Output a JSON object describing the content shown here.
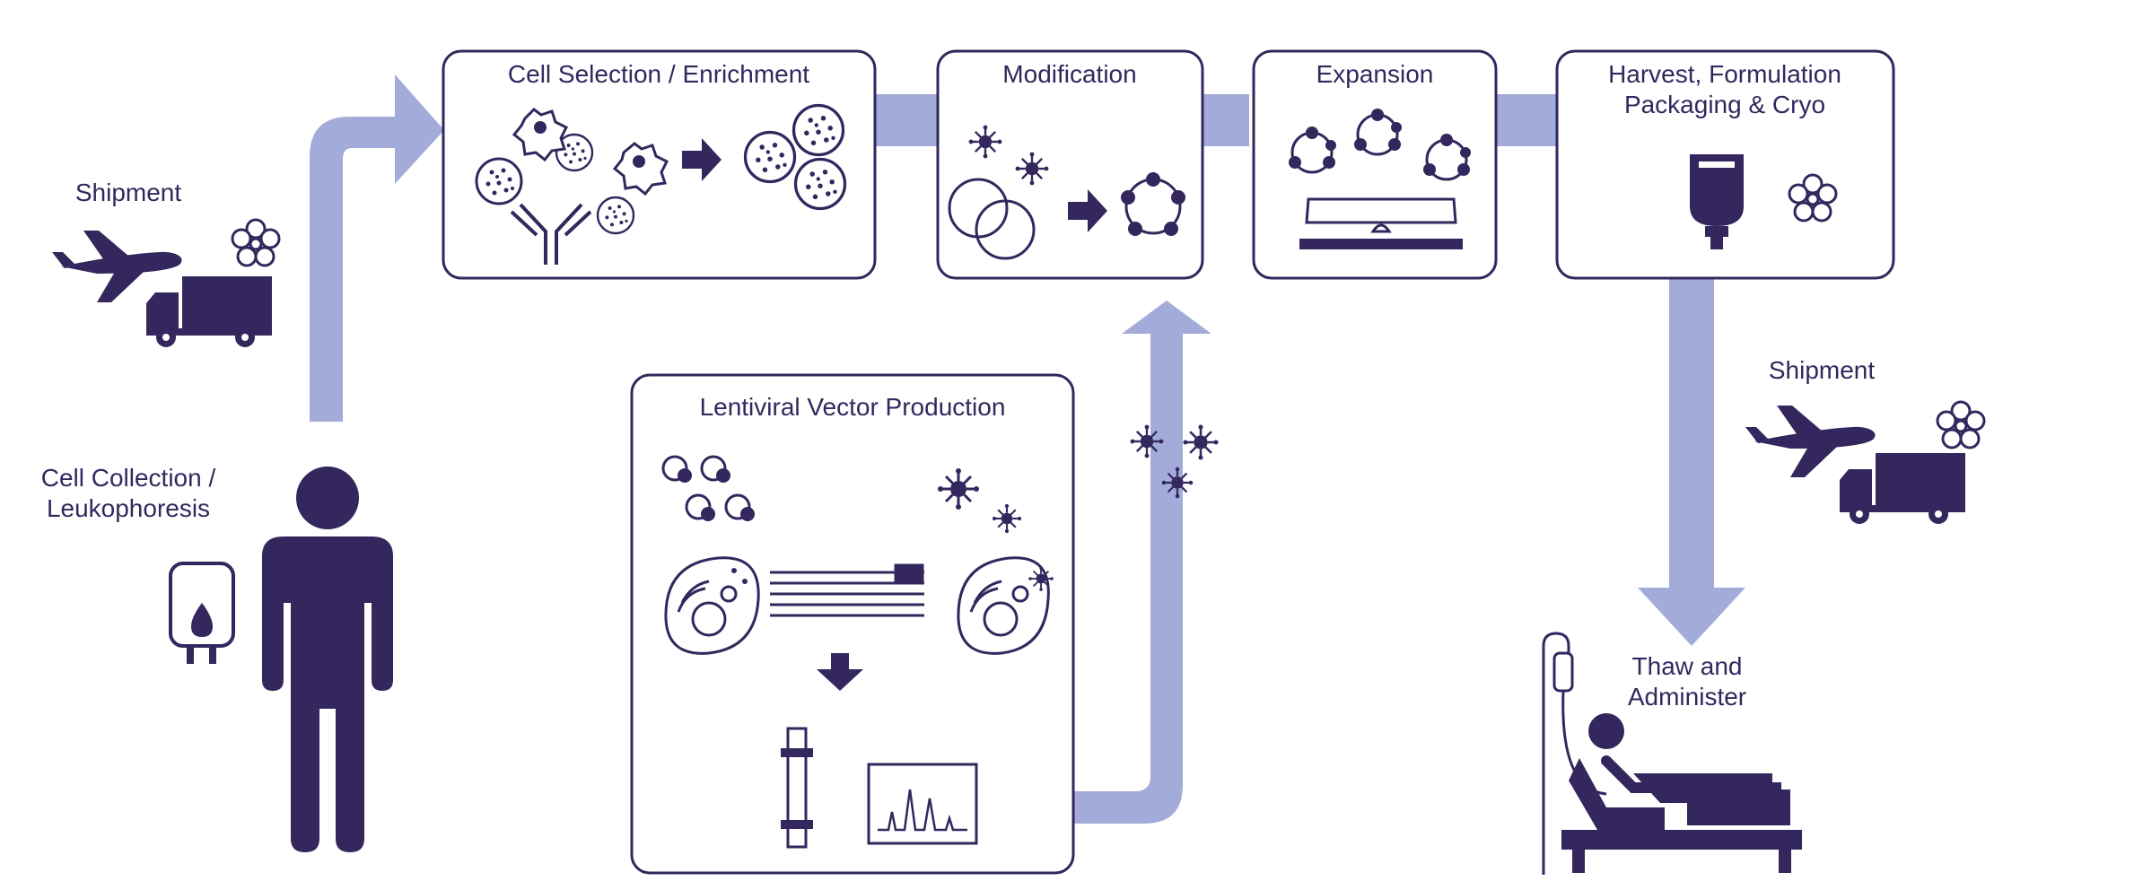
{
  "colors": {
    "ink": "#33275e",
    "flow": "#a3acd9",
    "box_stroke": "#33275e",
    "background": "#ffffff"
  },
  "steps": {
    "cell_collection": "Cell Collection /\nLeukophoresis",
    "shipment_in": "Shipment",
    "cell_selection": "Cell Selection / Enrichment",
    "modification": "Modification",
    "expansion": "Expansion",
    "harvest": "Harvest, Formulation\nPackaging & Cryo",
    "lentiviral": "Lentiviral Vector Production",
    "shipment_out": "Shipment",
    "thaw": "Thaw and\nAdminister"
  },
  "icons": [
    "plane-icon",
    "truck-icon",
    "cryo-flower-icon",
    "person-icon",
    "blood-bag-icon",
    "cell-icon",
    "antibody-icon",
    "arrow-right-icon",
    "virus-icon",
    "vesicle-icon",
    "bioreactor-icon",
    "iv-bag-icon",
    "plasmid-icon",
    "chromatography-column-icon",
    "chromatogram-icon",
    "patient-bed-icon",
    "iv-stand-icon",
    "arrow-down-icon"
  ]
}
